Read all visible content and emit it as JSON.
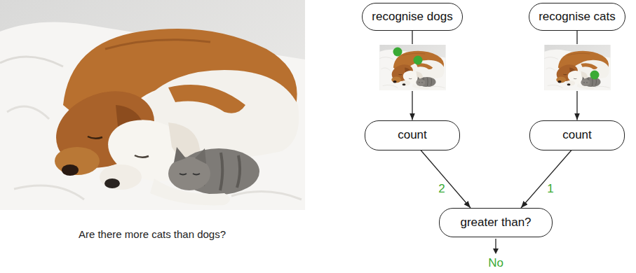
{
  "diagram": {
    "caption": "Are there more cats than dogs?",
    "nodes": [
      {
        "text": [
          "recognise dogs"
        ]
      },
      {
        "text": [
          "recognise cats"
        ]
      },
      {
        "text": [
          "count"
        ]
      },
      {
        "text": [
          "count"
        ]
      },
      {
        "text": [
          "greater than?"
        ]
      }
    ],
    "edges": [
      {
        "from": 0,
        "to": 2,
        "arrow": "to"
      },
      {
        "from": 1,
        "to": 3,
        "arrow": "to"
      },
      {
        "from": 2,
        "to": 4,
        "label": "2",
        "arrow": "to"
      },
      {
        "from": 3,
        "to": 4,
        "label": "1",
        "arrow": "to"
      }
    ],
    "labels": [
      "No"
    ]
  }
}
